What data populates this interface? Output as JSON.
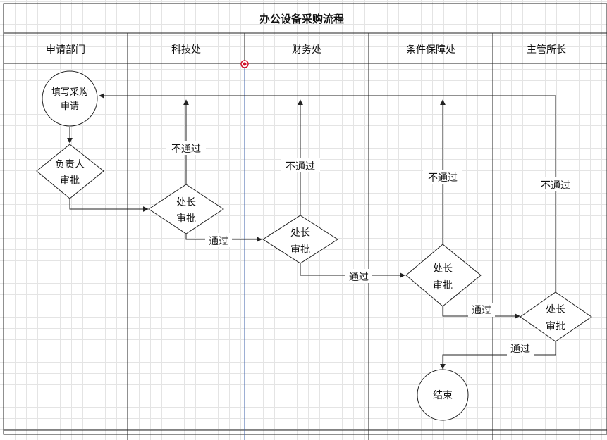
{
  "title": "办公设备采购流程",
  "lanes": [
    "申请部门",
    "科技处",
    "财务处",
    "条件保障处",
    "主管所长"
  ],
  "nodes": {
    "start": [
      "填写采购",
      "申请"
    ],
    "dept_review": [
      "负责人",
      "审批"
    ],
    "tech_review": [
      "处长",
      "审批"
    ],
    "finance_review": [
      "处长",
      "审批"
    ],
    "support_review": [
      "处长",
      "审批"
    ],
    "director_review": [
      "处长",
      "审批"
    ],
    "end": "结束"
  },
  "edges": {
    "pass": "通过",
    "fail": "不通过"
  },
  "colors": {
    "stroke": "#222222",
    "selected_line": "#3b5fa8",
    "selected_handle": "#d0102a"
  }
}
